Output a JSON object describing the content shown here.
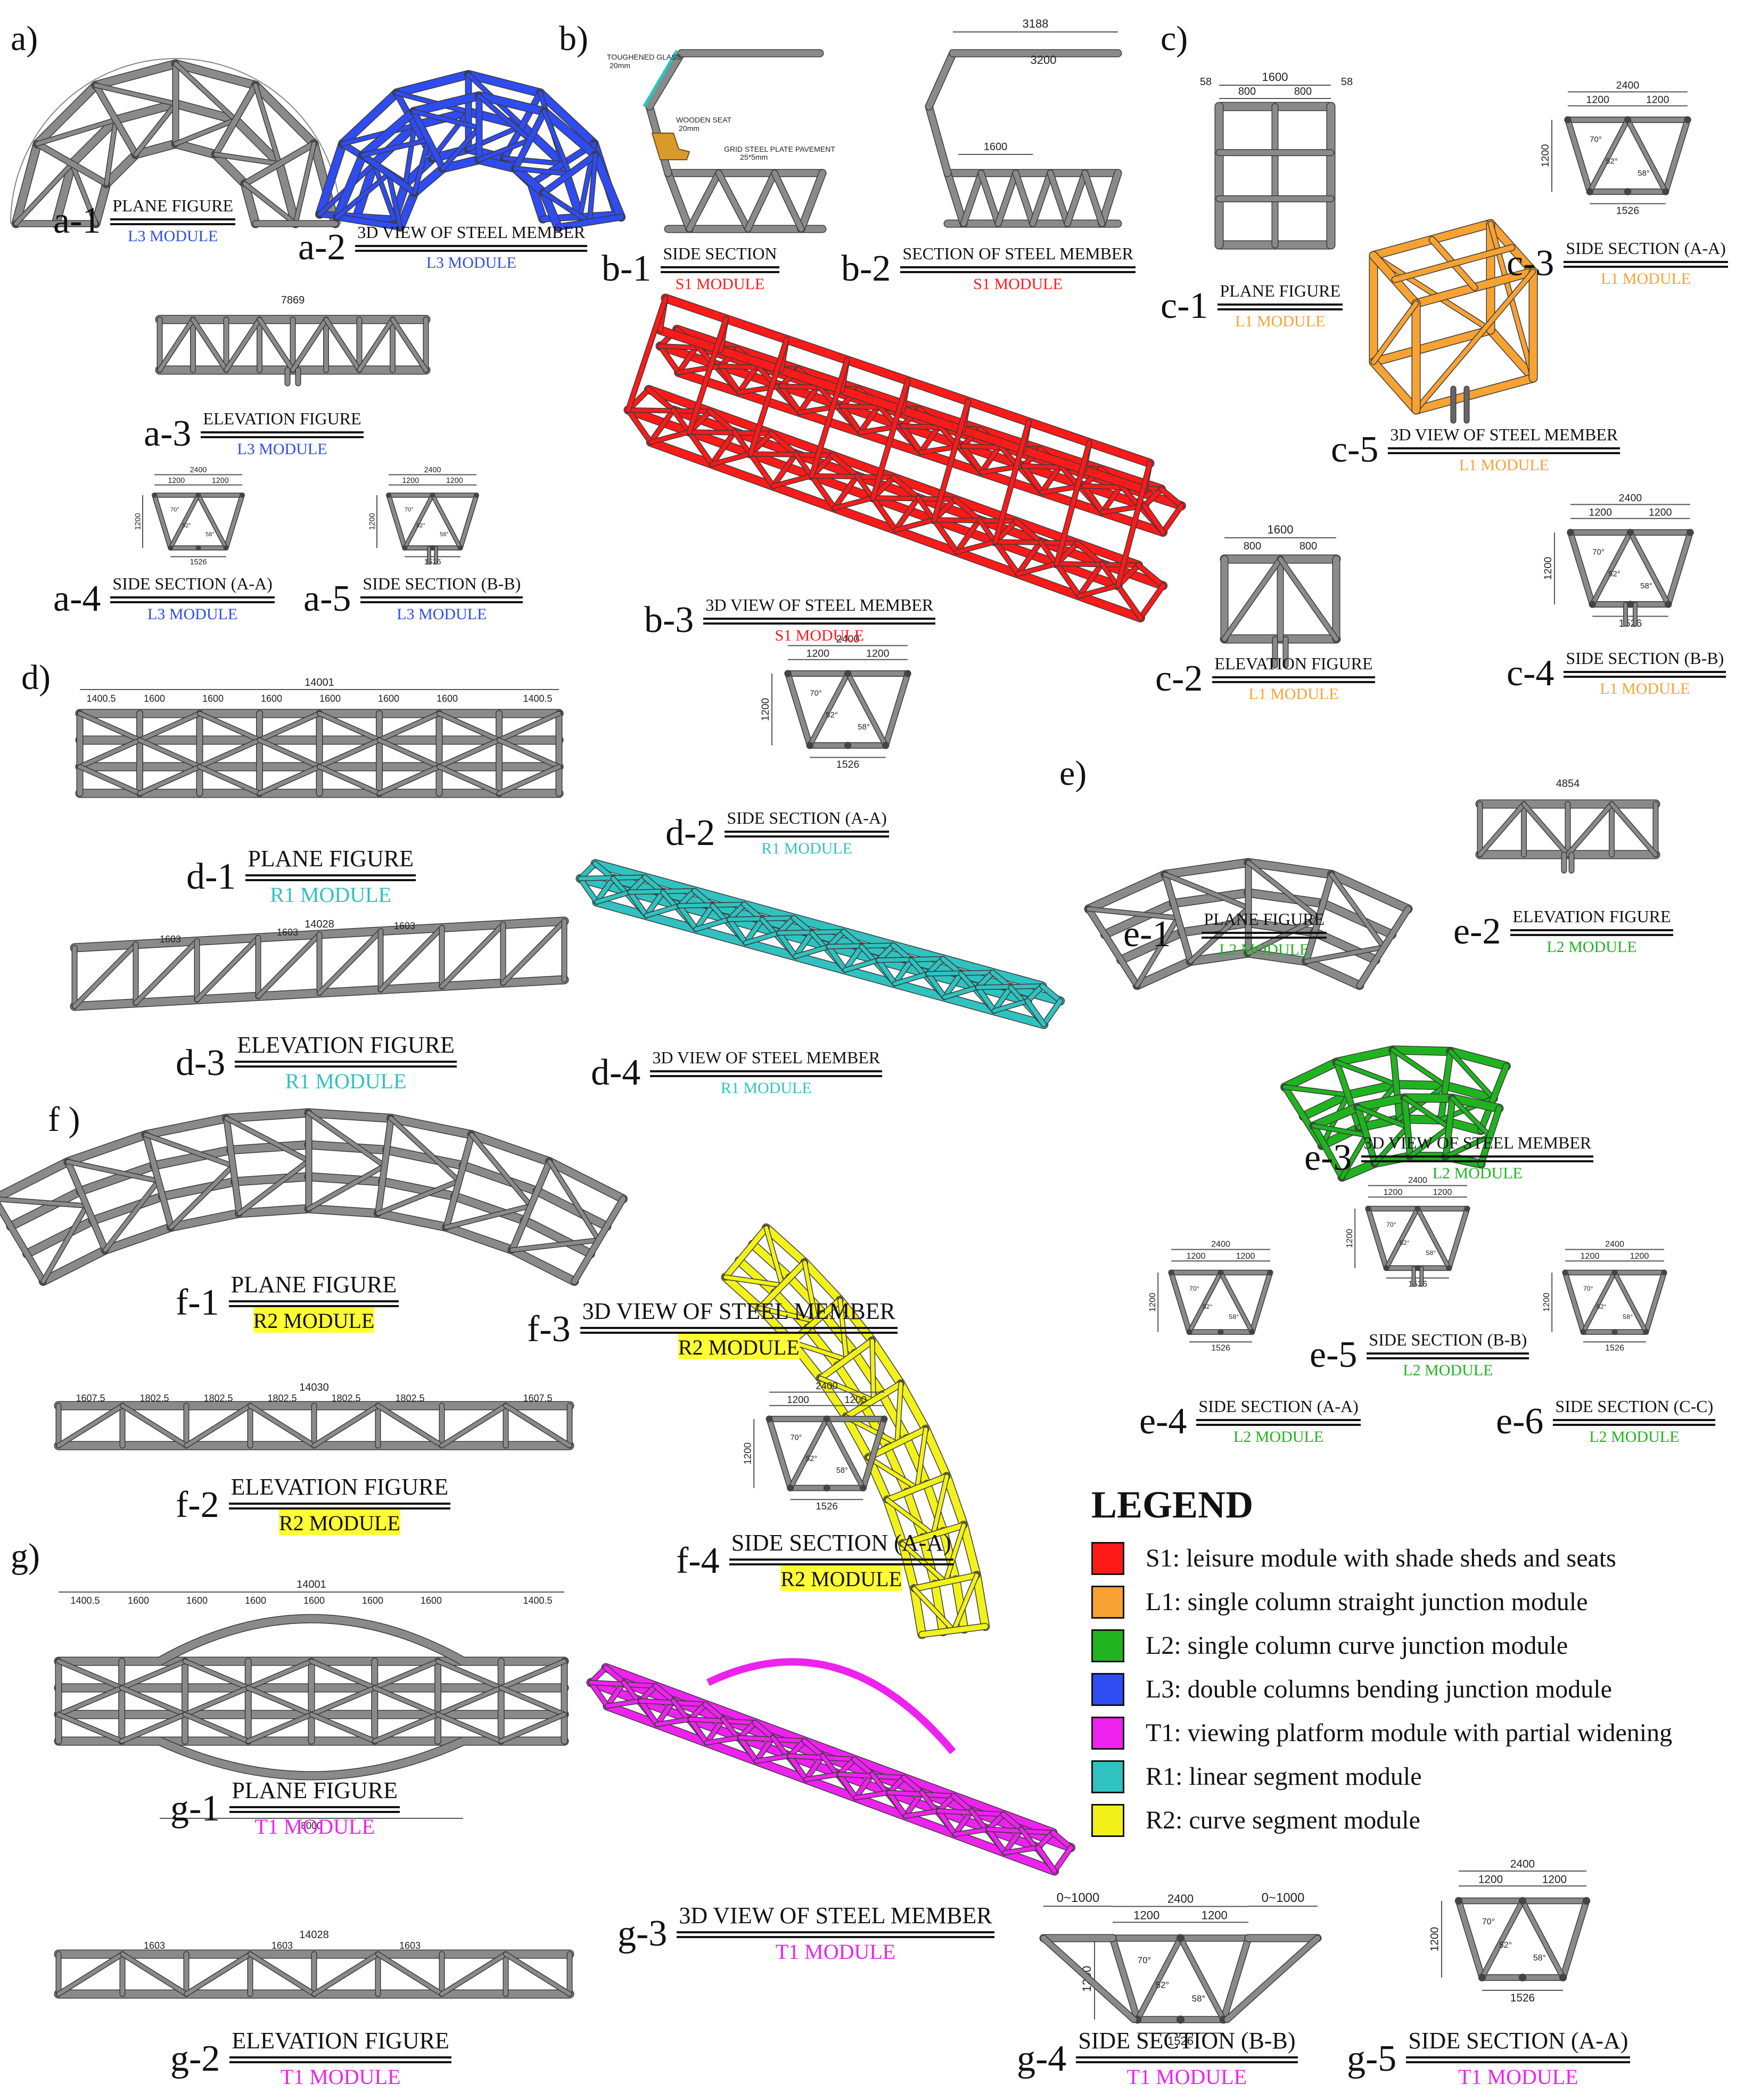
{
  "colors": {
    "S1": "#ff1a1a",
    "L1": "#f7a233",
    "L2": "#1fb41f",
    "L3": "#2f4cf0",
    "T1": "#ee22ee",
    "R1": "#2fc2c0",
    "R2": "#f2f21a",
    "member": "#8a8a8a",
    "member_edge": "#3a3a3a"
  },
  "sections": {
    "a": "a)",
    "b": "b)",
    "c": "c)",
    "d": "d)",
    "e": "e)",
    "f": "f )",
    "g": "g)"
  },
  "captions": {
    "a1": {
      "id": "a-1",
      "title": "PLANE FIGURE",
      "module": "L3 MODULE"
    },
    "a2": {
      "id": "a-2",
      "title": "3D VIEW OF STEEL MEMBER",
      "module": "L3 MODULE"
    },
    "a3": {
      "id": "a-3",
      "title": "ELEVATION FIGURE",
      "module": "L3 MODULE"
    },
    "a4": {
      "id": "a-4",
      "title": "SIDE SECTION (A-A)",
      "module": "L3 MODULE"
    },
    "a5": {
      "id": "a-5",
      "title": "SIDE SECTION (B-B)",
      "module": "L3 MODULE"
    },
    "b1": {
      "id": "b-1",
      "title": "SIDE SECTION",
      "module": "S1 MODULE"
    },
    "b2": {
      "id": "b-2",
      "title": "SECTION OF STEEL MEMBER",
      "module": "S1 MODULE"
    },
    "b3": {
      "id": "b-3",
      "title": "3D VIEW OF STEEL MEMBER",
      "module": "S1 MODULE"
    },
    "c1": {
      "id": "c-1",
      "title": "PLANE FIGURE",
      "module": "L1 MODULE"
    },
    "c2": {
      "id": "c-2",
      "title": "ELEVATION FIGURE",
      "module": "L1 MODULE"
    },
    "c3": {
      "id": "c-3",
      "title": "SIDE SECTION (A-A)",
      "module": "L1 MODULE"
    },
    "c4": {
      "id": "c-4",
      "title": "SIDE SECTION (B-B)",
      "module": "L1 MODULE"
    },
    "c5": {
      "id": "c-5",
      "title": "3D VIEW OF STEEL MEMBER",
      "module": "L1 MODULE"
    },
    "d1": {
      "id": "d-1",
      "title": "PLANE FIGURE",
      "module": "R1 MODULE"
    },
    "d2": {
      "id": "d-2",
      "title": "SIDE SECTION (A-A)",
      "module": "R1 MODULE"
    },
    "d3": {
      "id": "d-3",
      "title": "ELEVATION FIGURE",
      "module": "R1 MODULE"
    },
    "d4": {
      "id": "d-4",
      "title": "3D VIEW OF STEEL MEMBER",
      "module": "R1 MODULE"
    },
    "e1": {
      "id": "e-1",
      "title": "PLANE FIGURE",
      "module": "L2 MODULE"
    },
    "e2": {
      "id": "e-2",
      "title": "ELEVATION FIGURE",
      "module": "L2 MODULE"
    },
    "e3": {
      "id": "e-3",
      "title": "3D VIEW OF STEEL MEMBER",
      "module": "L2 MODULE"
    },
    "e4": {
      "id": "e-4",
      "title": "SIDE SECTION (A-A)",
      "module": "L2 MODULE"
    },
    "e5": {
      "id": "e-5",
      "title": "SIDE SECTION (B-B)",
      "module": "L2 MODULE"
    },
    "e6": {
      "id": "e-6",
      "title": "SIDE SECTION (C-C)",
      "module": "L2 MODULE"
    },
    "f1": {
      "id": "f-1",
      "title": "PLANE FIGURE",
      "module": "R2 MODULE"
    },
    "f2": {
      "id": "f-2",
      "title": "ELEVATION FIGURE",
      "module": "R2 MODULE"
    },
    "f3": {
      "id": "f-3",
      "title": "3D VIEW OF STEEL MEMBER",
      "module": "R2 MODULE"
    },
    "f4": {
      "id": "f-4",
      "title": "SIDE SECTION (A-A)",
      "module": "R2 MODULE"
    },
    "g1": {
      "id": "g-1",
      "title": "PLANE FIGURE",
      "module": "T1 MODULE"
    },
    "g2": {
      "id": "g-2",
      "title": "ELEVATION FIGURE",
      "module": "T1 MODULE"
    },
    "g3": {
      "id": "g-3",
      "title": "3D VIEW OF STEEL MEMBER",
      "module": "T1 MODULE"
    },
    "g4": {
      "id": "g-4",
      "title": "SIDE SECTION (B-B)",
      "module": "T1 MODULE"
    },
    "g5": {
      "id": "g-5",
      "title": "SIDE SECTION (A-A)",
      "module": "T1 MODULE"
    }
  },
  "dims": {
    "section_top": "2400",
    "section_half": "1200",
    "section_height": "1200",
    "section_bottom": "1526",
    "angle_70": "70°",
    "angle_58": "58°",
    "angle_52": "52°",
    "d1_total": "14001",
    "d1_end": "1400.5",
    "d1_bay": "1600",
    "d3_total": "14028",
    "d3_bay": "1603",
    "f2_total": "14030",
    "f2_end": "1607.5",
    "f2_bay": "1802.5",
    "g1_total": "14001",
    "g1_widen": "8000",
    "g4_side": "0~1000",
    "a3_total": "7869",
    "e2_total": "4854",
    "c1_total": "1600",
    "c1_half": "800",
    "c1_edge": "58",
    "b2_top": "3188",
    "b2_w": "3200",
    "b2_bay": "1600",
    "b1_glass": "TOUGHENED GLASS",
    "b1_glass_t": "20mm",
    "b1_seat": "WOODEN SEAT",
    "b1_seat_t": "20mm",
    "b1_pave": "GRID STEEL PLATE PAVEMENT",
    "b1_pave_t": "25*5mm"
  },
  "legend": {
    "title": "LEGEND",
    "items": [
      {
        "key": "S1",
        "text": "S1: leisure module with shade sheds and seats"
      },
      {
        "key": "L1",
        "text": "L1: single column straight junction module"
      },
      {
        "key": "L2",
        "text": "L2: single column curve junction module"
      },
      {
        "key": "L3",
        "text": "L3: double columns bending junction module"
      },
      {
        "key": "T1",
        "text": "T1: viewing platform module with partial widening"
      },
      {
        "key": "R1",
        "text": "R1: linear segment module"
      },
      {
        "key": "R2",
        "text": "R2: curve segment module"
      }
    ]
  }
}
